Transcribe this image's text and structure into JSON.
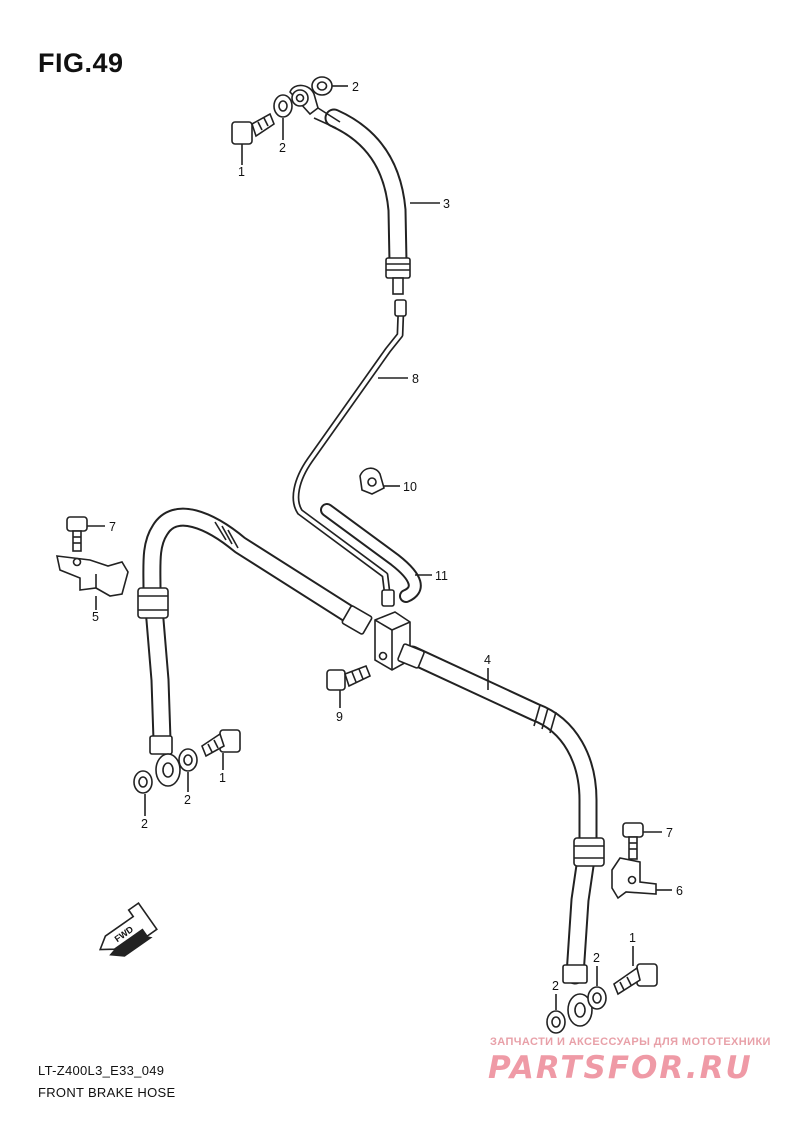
{
  "figure": {
    "title": "FIG.49",
    "code": "LT-Z400L3_E33_049",
    "name": "FRONT BRAKE HOSE"
  },
  "fwd_arrow": {
    "label": "FWD"
  },
  "callouts": [
    {
      "id": "c1a",
      "label": "1"
    },
    {
      "id": "c2a",
      "label": "2"
    },
    {
      "id": "c2b",
      "label": "2"
    },
    {
      "id": "c3",
      "label": "3"
    },
    {
      "id": "c8",
      "label": "8"
    },
    {
      "id": "c10",
      "label": "10"
    },
    {
      "id": "c11",
      "label": "11"
    },
    {
      "id": "c7a",
      "label": "7"
    },
    {
      "id": "c5",
      "label": "5"
    },
    {
      "id": "c4",
      "label": "4"
    },
    {
      "id": "c9",
      "label": "9"
    },
    {
      "id": "c1b",
      "label": "1"
    },
    {
      "id": "c2c",
      "label": "2"
    },
    {
      "id": "c2d",
      "label": "2"
    },
    {
      "id": "c7b",
      "label": "7"
    },
    {
      "id": "c6",
      "label": "6"
    },
    {
      "id": "c1c",
      "label": "1"
    },
    {
      "id": "c2e",
      "label": "2"
    },
    {
      "id": "c2f",
      "label": "2"
    }
  ],
  "watermark": {
    "tagline": "ЗАПЧАСТИ И АКСЕССУАРЫ ДЛЯ МОТОТЕХНИКИ",
    "logo": "PARTSFOR.RU"
  }
}
